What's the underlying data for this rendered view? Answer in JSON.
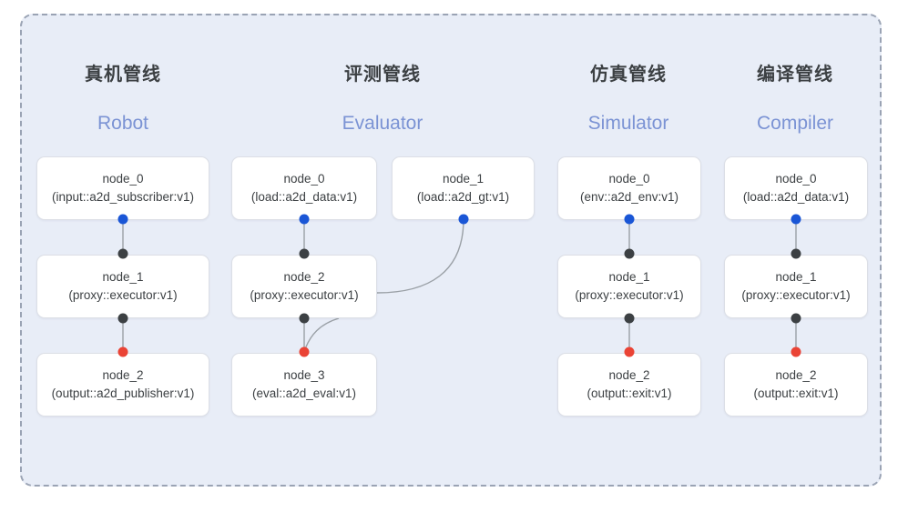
{
  "diagram": {
    "frame": {
      "style": "dashed-rounded-container",
      "border_color": "#9aa3b4",
      "background_color": "#e8edf7"
    },
    "port_colors": {
      "in": "#1a56d6",
      "mid": "#3c4043",
      "out": "#ea4335"
    },
    "columns": [
      {
        "title_cn": "真机管线",
        "title_en": "Robot",
        "nodes": [
          {
            "name": "node_0",
            "type": "(input::a2d_subscriber:v1)"
          },
          {
            "name": "node_1",
            "type": "(proxy::executor:v1)"
          },
          {
            "name": "node_2",
            "type": "(output::a2d_publisher:v1)"
          }
        ]
      },
      {
        "title_cn": "评测管线",
        "title_en": "Evaluator",
        "nodes": [
          {
            "name": "node_0",
            "type": "(load::a2d_data:v1)"
          },
          {
            "name": "node_1",
            "type": "(load::a2d_gt:v1)"
          },
          {
            "name": "node_2",
            "type": "(proxy::executor:v1)"
          },
          {
            "name": "node_3",
            "type": "(eval::a2d_eval:v1)"
          }
        ]
      },
      {
        "title_cn": "仿真管线",
        "title_en": "Simulator",
        "nodes": [
          {
            "name": "node_0",
            "type": "(env::a2d_env:v1)"
          },
          {
            "name": "node_1",
            "type": "(proxy::executor:v1)"
          },
          {
            "name": "node_2",
            "type": "(output::exit:v1)"
          }
        ]
      },
      {
        "title_cn": "编译管线",
        "title_en": "Compiler",
        "nodes": [
          {
            "name": "node_0",
            "type": "(load::a2d_data:v1)"
          },
          {
            "name": "node_1",
            "type": "(proxy::executor:v1)"
          },
          {
            "name": "node_2",
            "type": "(output::exit:v1)"
          }
        ]
      }
    ]
  }
}
